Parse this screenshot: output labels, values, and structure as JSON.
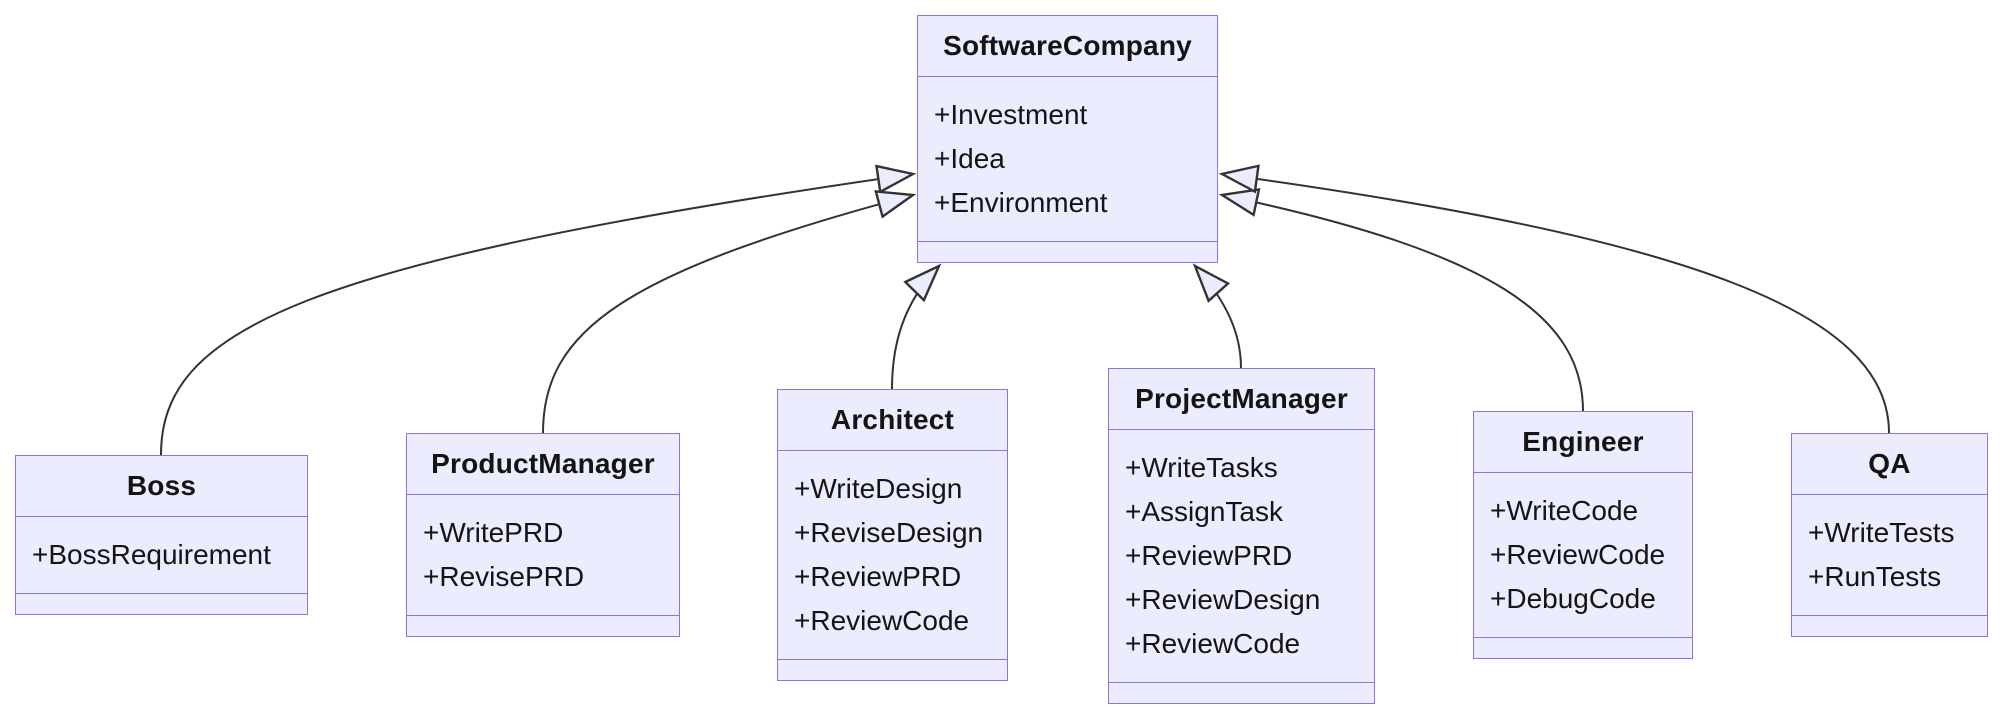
{
  "diagram": {
    "type": "uml-class-diagram",
    "colors": {
      "node_fill": "#ECECFF",
      "node_border": "#9370DB",
      "edge_color": "#333333",
      "text_color": "#141414",
      "background": "#ffffff"
    },
    "classes": [
      {
        "name": "SoftwareCompany",
        "members": [
          "+Investment",
          "+Idea",
          "+Environment"
        ]
      },
      {
        "name": "Boss",
        "members": [
          "+BossRequirement"
        ]
      },
      {
        "name": "ProductManager",
        "members": [
          "+WritePRD",
          "+RevisePRD"
        ]
      },
      {
        "name": "Architect",
        "members": [
          "+WriteDesign",
          "+ReviseDesign",
          "+ReviewPRD",
          "+ReviewCode"
        ]
      },
      {
        "name": "ProjectManager",
        "members": [
          "+WriteTasks",
          "+AssignTask",
          "+ReviewPRD",
          "+ReviewDesign",
          "+ReviewCode"
        ]
      },
      {
        "name": "Engineer",
        "members": [
          "+WriteCode",
          "+ReviewCode",
          "+DebugCode"
        ]
      },
      {
        "name": "QA",
        "members": [
          "+WriteTests",
          "+RunTests"
        ]
      }
    ],
    "edges": [
      {
        "from": "Boss",
        "to": "SoftwareCompany",
        "relation": "inheritance"
      },
      {
        "from": "ProductManager",
        "to": "SoftwareCompany",
        "relation": "inheritance"
      },
      {
        "from": "Architect",
        "to": "SoftwareCompany",
        "relation": "inheritance"
      },
      {
        "from": "ProjectManager",
        "to": "SoftwareCompany",
        "relation": "inheritance"
      },
      {
        "from": "Engineer",
        "to": "SoftwareCompany",
        "relation": "inheritance"
      },
      {
        "from": "QA",
        "to": "SoftwareCompany",
        "relation": "inheritance"
      }
    ]
  }
}
